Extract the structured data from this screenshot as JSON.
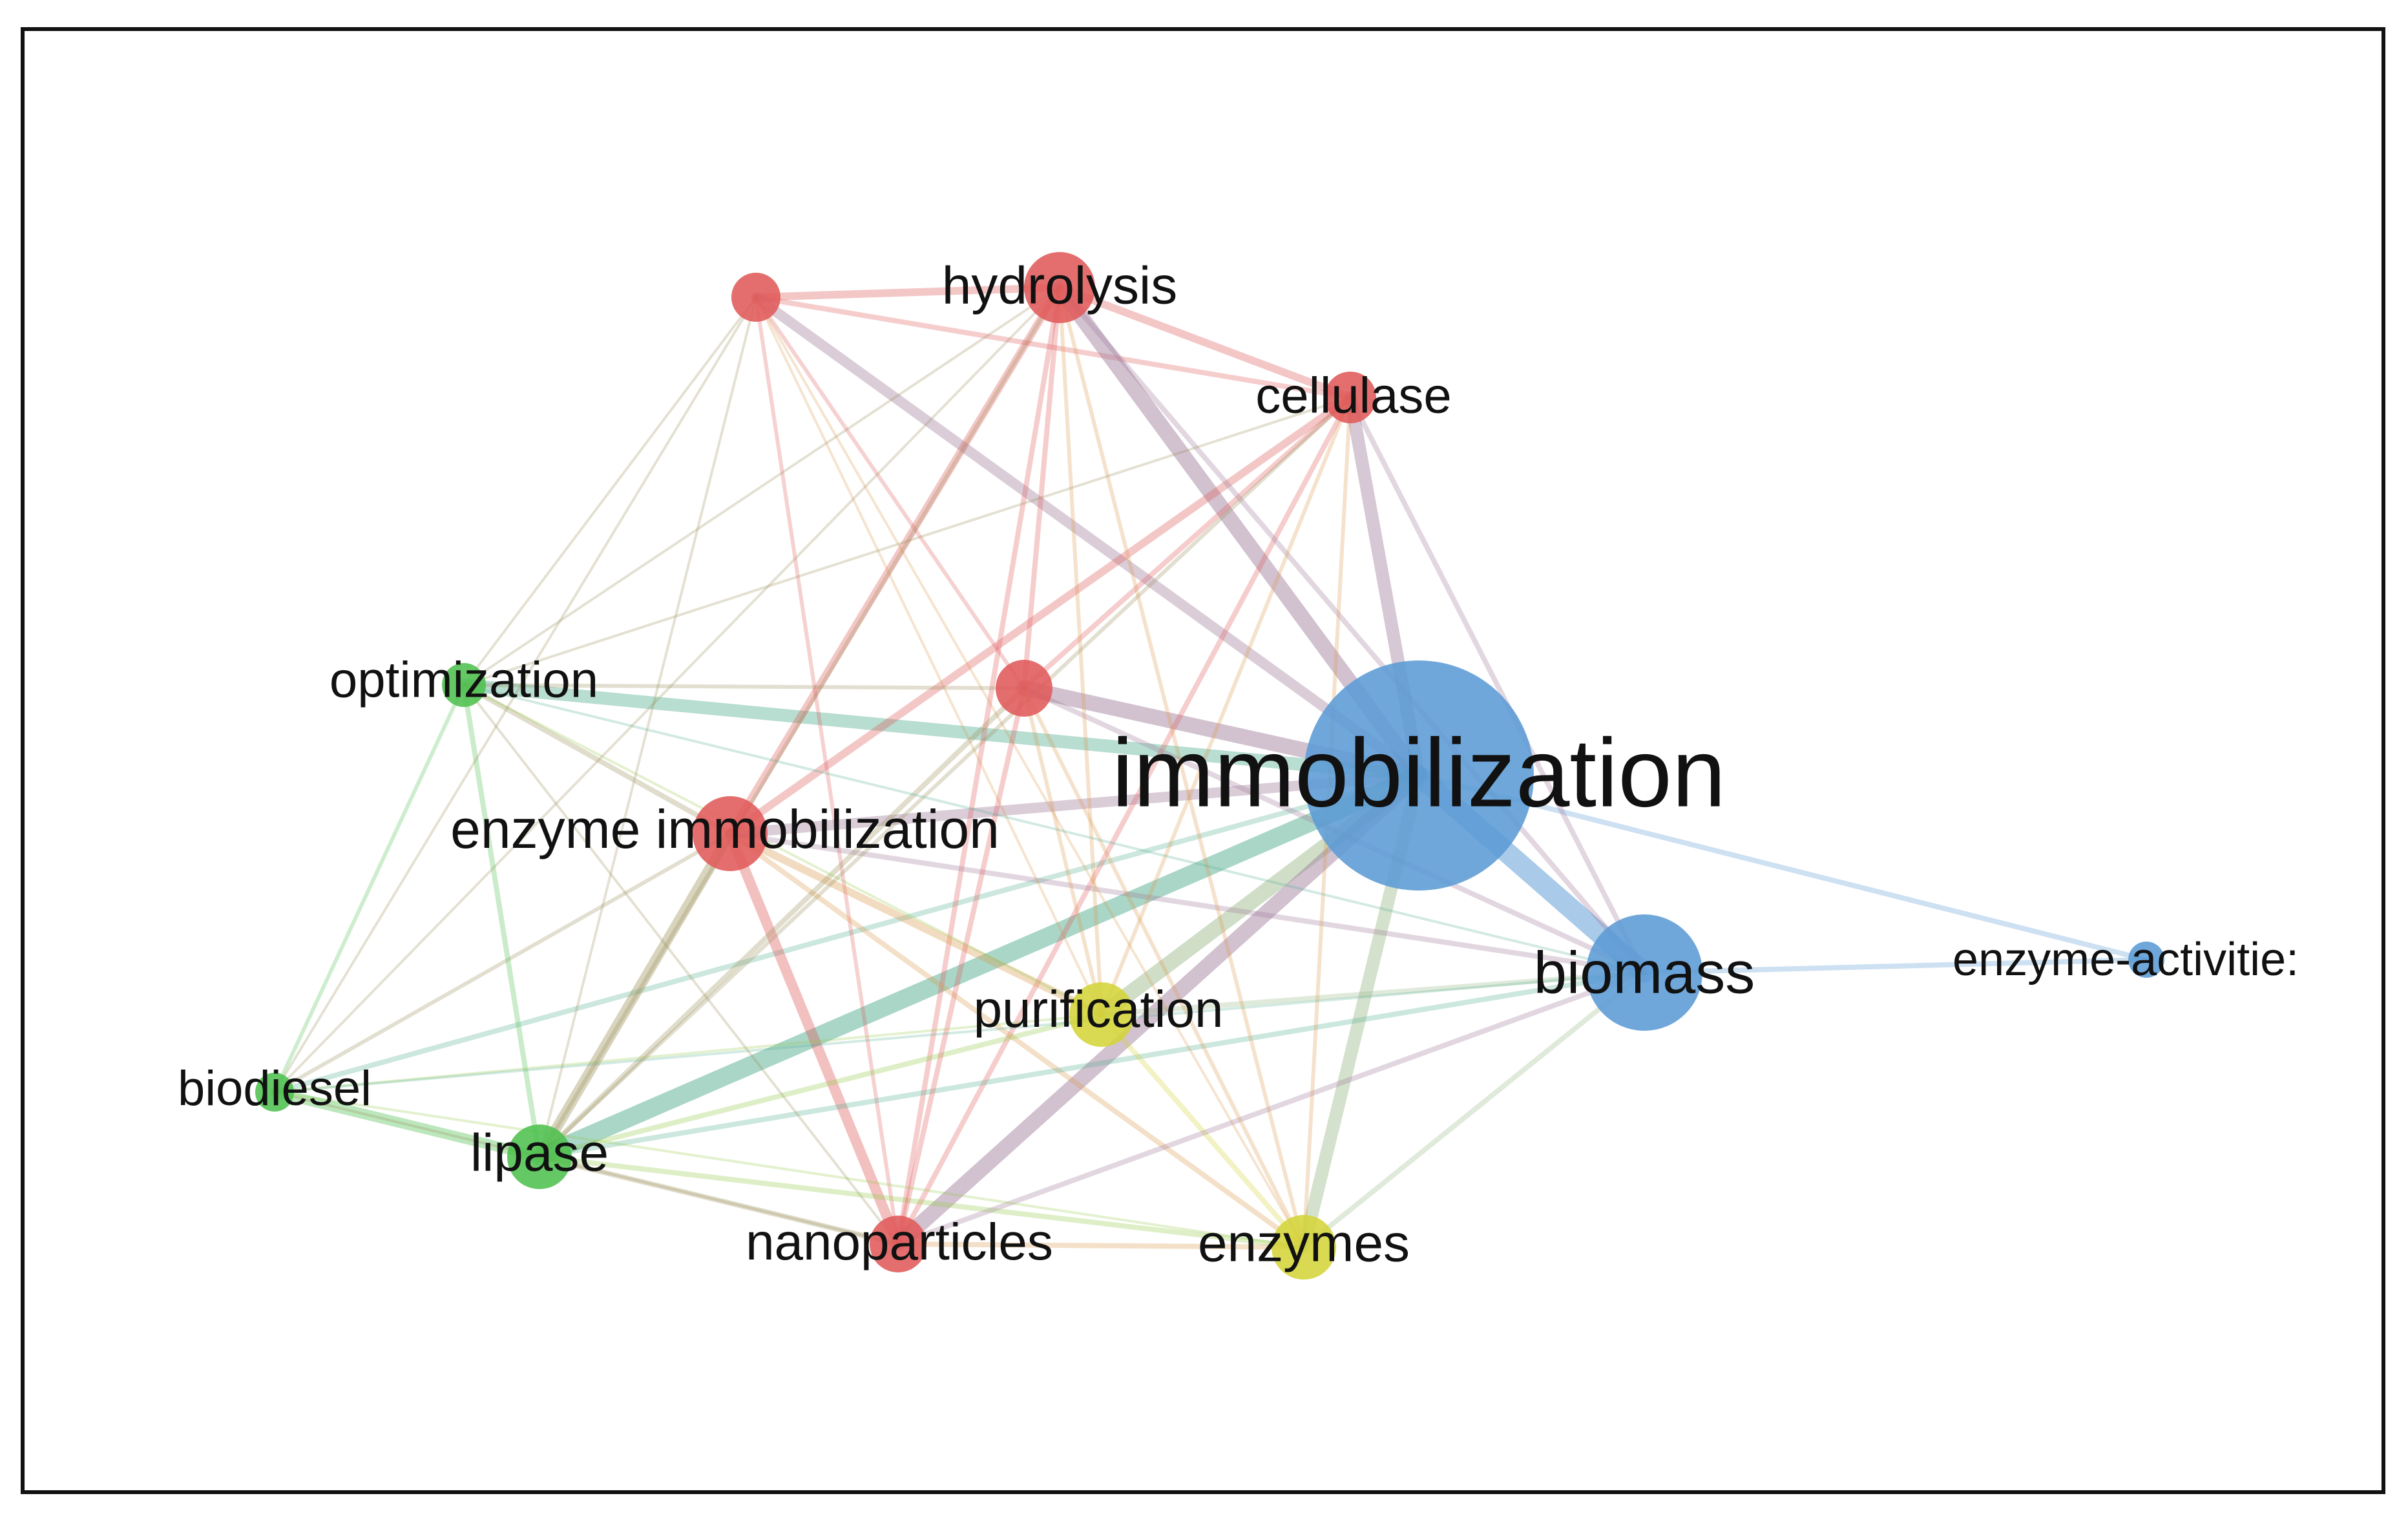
{
  "network": {
    "clusters": {
      "red": "#e05a5a",
      "green": "#4fc04f",
      "blue": "#5b9bd5",
      "yellow": "#d4d43a"
    },
    "nodes": [
      {
        "id": "immobilization",
        "label": "immobilization",
        "cluster": "blue",
        "weight": 10
      },
      {
        "id": "biomass",
        "label": "biomass",
        "cluster": "blue",
        "weight": 4
      },
      {
        "id": "enzyme-activities",
        "label": "enzyme-activitie:",
        "cluster": "blue",
        "weight": 1
      },
      {
        "id": "hydrolysis",
        "label": "hydrolysis",
        "cluster": "red",
        "weight": 3
      },
      {
        "id": "cellulase",
        "label": "cellulase",
        "cluster": "red",
        "weight": 2
      },
      {
        "id": "red-unlabeled-top",
        "label": "",
        "cluster": "red",
        "weight": 2
      },
      {
        "id": "red-unlabeled-mid",
        "label": "",
        "cluster": "red",
        "weight": 2.5
      },
      {
        "id": "enzyme-immobilization",
        "label": "enzyme immobilization",
        "cluster": "red",
        "weight": 3.5
      },
      {
        "id": "nanoparticles",
        "label": "nanoparticles",
        "cluster": "red",
        "weight": 2.5
      },
      {
        "id": "optimization",
        "label": "optimization",
        "cluster": "green",
        "weight": 1.8
      },
      {
        "id": "biodiesel",
        "label": "biodiesel",
        "cluster": "green",
        "weight": 1.5
      },
      {
        "id": "lipase",
        "label": "lipase",
        "cluster": "green",
        "weight": 2.5
      },
      {
        "id": "purification",
        "label": "purification",
        "cluster": "yellow",
        "weight": 2.5
      },
      {
        "id": "enzymes",
        "label": "enzymes",
        "cluster": "yellow",
        "weight": 2.5
      }
    ],
    "links": [
      [
        "hydrolysis",
        "red-unlabeled-top",
        3
      ],
      [
        "hydrolysis",
        "cellulase",
        3
      ],
      [
        "red-unlabeled-top",
        "cellulase",
        2
      ],
      [
        "hydrolysis",
        "immobilization",
        6
      ],
      [
        "red-unlabeled-top",
        "immobilization",
        4
      ],
      [
        "cellulase",
        "immobilization",
        5
      ],
      [
        "red-unlabeled-mid",
        "immobilization",
        6
      ],
      [
        "enzyme-immobilization",
        "immobilization",
        4
      ],
      [
        "optimization",
        "immobilization",
        5
      ],
      [
        "lipase",
        "immobilization",
        7
      ],
      [
        "purification",
        "immobilization",
        6
      ],
      [
        "nanoparticles",
        "immobilization",
        6
      ],
      [
        "enzymes",
        "immobilization",
        5
      ],
      [
        "biomass",
        "immobilization",
        8
      ],
      [
        "enzyme-activities",
        "immobilization",
        2
      ],
      [
        "biomass",
        "enzyme-activities",
        2
      ],
      [
        "biodiesel",
        "immobilization",
        2
      ],
      [
        "hydrolysis",
        "enzyme-immobilization",
        3
      ],
      [
        "cellulase",
        "enzyme-immobilization",
        3
      ],
      [
        "cellulase",
        "red-unlabeled-mid",
        2
      ],
      [
        "hydrolysis",
        "red-unlabeled-mid",
        2
      ],
      [
        "red-unlabeled-top",
        "red-unlabeled-mid",
        1.5
      ],
      [
        "hydrolysis",
        "nanoparticles",
        2
      ],
      [
        "cellulase",
        "nanoparticles",
        2
      ],
      [
        "red-unlabeled-top",
        "nanoparticles",
        1.5
      ],
      [
        "enzyme-immobilization",
        "nanoparticles",
        4
      ],
      [
        "enzyme-immobilization",
        "lipase",
        4
      ],
      [
        "enzyme-immobilization",
        "purification",
        3
      ],
      [
        "enzyme-immobilization",
        "optimization",
        2
      ],
      [
        "enzyme-immobilization",
        "biodiesel",
        1.5
      ],
      [
        "enzyme-immobilization",
        "enzymes",
        2
      ],
      [
        "enzyme-immobilization",
        "biomass",
        2
      ],
      [
        "optimization",
        "lipase",
        2
      ],
      [
        "optimization",
        "biodiesel",
        1.5
      ],
      [
        "biodiesel",
        "lipase",
        4
      ],
      [
        "lipase",
        "nanoparticles",
        2
      ],
      [
        "lipase",
        "purification",
        2
      ],
      [
        "lipase",
        "enzymes",
        2
      ],
      [
        "lipase",
        "biomass",
        2
      ],
      [
        "purification",
        "enzymes",
        2
      ],
      [
        "purification",
        "biomass",
        2
      ],
      [
        "nanoparticles",
        "enzymes",
        2
      ],
      [
        "nanoparticles",
        "biomass",
        2
      ],
      [
        "enzymes",
        "biomass",
        2
      ],
      [
        "red-unlabeled-mid",
        "biomass",
        2
      ],
      [
        "hydrolysis",
        "biomass",
        2
      ],
      [
        "cellulase",
        "biomass",
        2
      ],
      [
        "hydrolysis",
        "purification",
        1.5
      ],
      [
        "cellulase",
        "purification",
        1.5
      ],
      [
        "hydrolysis",
        "enzymes",
        1.5
      ],
      [
        "cellulase",
        "enzymes",
        1.5
      ],
      [
        "red-unlabeled-top",
        "purification",
        1
      ],
      [
        "red-unlabeled-top",
        "enzymes",
        1
      ],
      [
        "red-unlabeled-top",
        "optimization",
        1
      ],
      [
        "hydrolysis",
        "optimization",
        1
      ],
      [
        "cellulase",
        "optimization",
        1
      ],
      [
        "red-unlabeled-mid",
        "nanoparticles",
        2
      ],
      [
        "red-unlabeled-mid",
        "lipase",
        2
      ],
      [
        "red-unlabeled-mid",
        "purification",
        1.5
      ],
      [
        "red-unlabeled-mid",
        "enzymes",
        1.5
      ],
      [
        "red-unlabeled-mid",
        "optimization",
        1.5
      ],
      [
        "biodiesel",
        "nanoparticles",
        1
      ],
      [
        "biodiesel",
        "purification",
        1
      ],
      [
        "biodiesel",
        "biomass",
        1
      ],
      [
        "biodiesel",
        "enzymes",
        1
      ],
      [
        "optimization",
        "nanoparticles",
        1
      ],
      [
        "optimization",
        "purification",
        1
      ],
      [
        "optimization",
        "biomass",
        1
      ],
      [
        "hydrolysis",
        "lipase",
        1.5
      ],
      [
        "cellulase",
        "lipase",
        1.5
      ],
      [
        "red-unlabeled-top",
        "lipase",
        1
      ],
      [
        "red-unlabeled-top",
        "biodiesel",
        1
      ],
      [
        "hydrolysis",
        "biodiesel",
        1
      ]
    ]
  }
}
